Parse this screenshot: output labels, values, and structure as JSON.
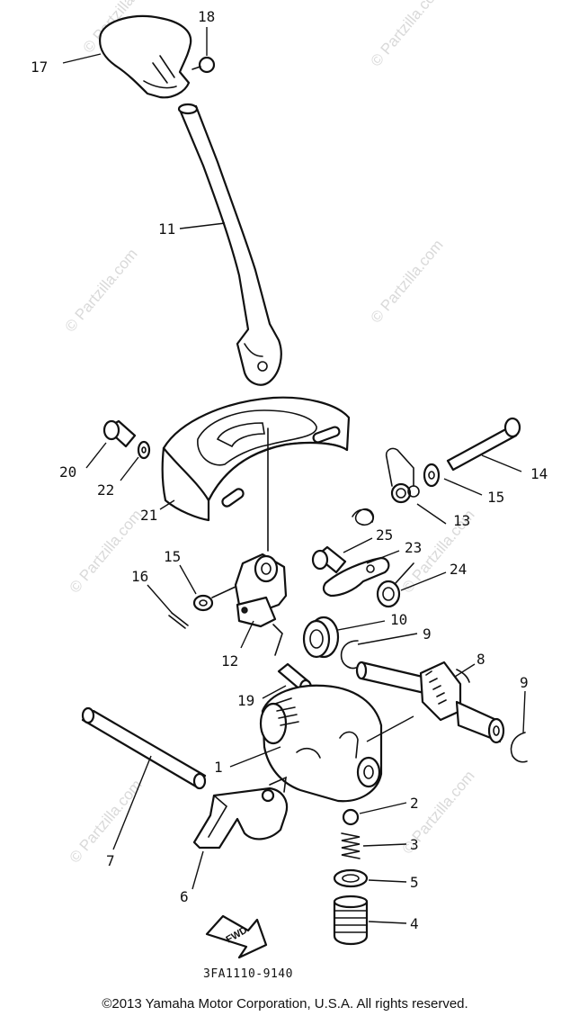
{
  "watermark": "© Partzilla.com",
  "callouts": [
    {
      "id": "17",
      "label": "17"
    },
    {
      "id": "18",
      "label": "18"
    },
    {
      "id": "11",
      "label": "11"
    },
    {
      "id": "20",
      "label": "20"
    },
    {
      "id": "22",
      "label": "22"
    },
    {
      "id": "21",
      "label": "21"
    },
    {
      "id": "14",
      "label": "14"
    },
    {
      "id": "15a",
      "label": "15"
    },
    {
      "id": "13",
      "label": "13"
    },
    {
      "id": "25",
      "label": "25"
    },
    {
      "id": "23",
      "label": "23"
    },
    {
      "id": "24",
      "label": "24"
    },
    {
      "id": "15b",
      "label": "15"
    },
    {
      "id": "16",
      "label": "16"
    },
    {
      "id": "10",
      "label": "10"
    },
    {
      "id": "9a",
      "label": "9"
    },
    {
      "id": "12",
      "label": "12"
    },
    {
      "id": "8",
      "label": "8"
    },
    {
      "id": "19",
      "label": "19"
    },
    {
      "id": "9b",
      "label": "9"
    },
    {
      "id": "1",
      "label": "1"
    },
    {
      "id": "2",
      "label": "2"
    },
    {
      "id": "7",
      "label": "7"
    },
    {
      "id": "3",
      "label": "3"
    },
    {
      "id": "5",
      "label": "5"
    },
    {
      "id": "6",
      "label": "6"
    },
    {
      "id": "4",
      "label": "4"
    }
  ],
  "fwd_label": "FWD",
  "diagram_code": "3FA1110-9140",
  "copyright": "©2013 Yamaha Motor Corporation, U.S.A. All rights reserved."
}
